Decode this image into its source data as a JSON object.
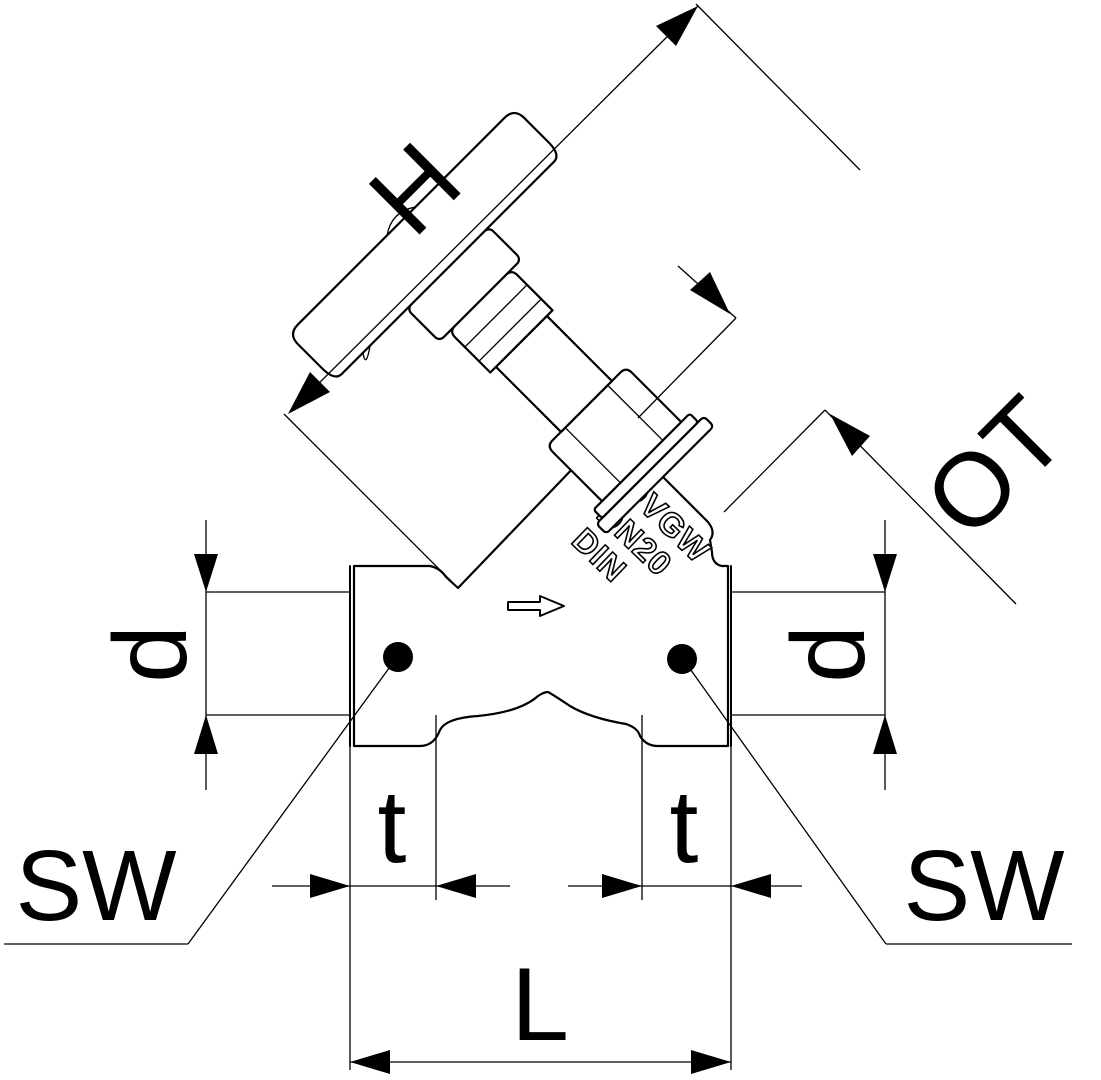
{
  "title": "",
  "dimensions": {
    "height": "H",
    "operating_top": "OT",
    "thread_diameter_left": "d",
    "thread_diameter_right": "d",
    "thread_depth_left": "t",
    "thread_depth_right": "t",
    "wrench_size_left": "SW",
    "wrench_size_right": "SW",
    "length": "L"
  },
  "body_markings": {
    "line1": "DVGW",
    "line2": "DN20",
    "line3": "DIN"
  },
  "flow_direction": "left-to-right",
  "colors": {
    "line": "#000000",
    "background": "#ffffff"
  }
}
